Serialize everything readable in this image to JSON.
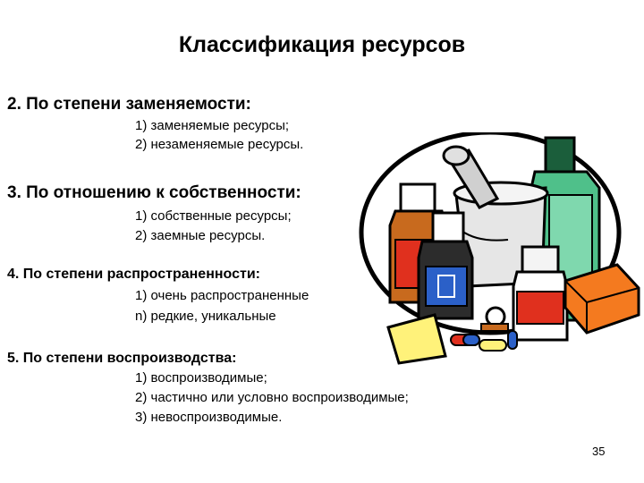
{
  "slide": {
    "title": "Классификация ресурсов",
    "page_number": "35"
  },
  "sections": [
    {
      "heading": "2. По степени заменяемости:",
      "items": [
        "1) заменяемые ресурсы;",
        "2) незаменяемые ресурсы."
      ]
    },
    {
      "heading": "3. По отношению к собственности:",
      "items": [
        "1) собственные ресурсы;",
        "2) заемные ресурсы."
      ]
    },
    {
      "heading": "4. По степени распространенности:",
      "items": [
        "1) очень распространенные",
        "n) редкие, уникальные"
      ]
    },
    {
      "heading": "5. По степени воспроизводства:",
      "items": [
        "1) воспроизводимые;",
        "2) частично или условно воспроизводимые;",
        "3) невоспроизводимые."
      ]
    }
  ],
  "illustration": {
    "icon": "pharmacy-bottles-illustration",
    "colors": {
      "mortar": "#d9d9d9",
      "green_bottle": "#4fc08a",
      "green_cap": "#1b5e3b",
      "brown_bottle": "#c86a1e",
      "orange_box": "#f47a1f",
      "yellow_box": "#fff27a",
      "blue_label": "#2b60c8",
      "red_label": "#e0301e"
    }
  }
}
